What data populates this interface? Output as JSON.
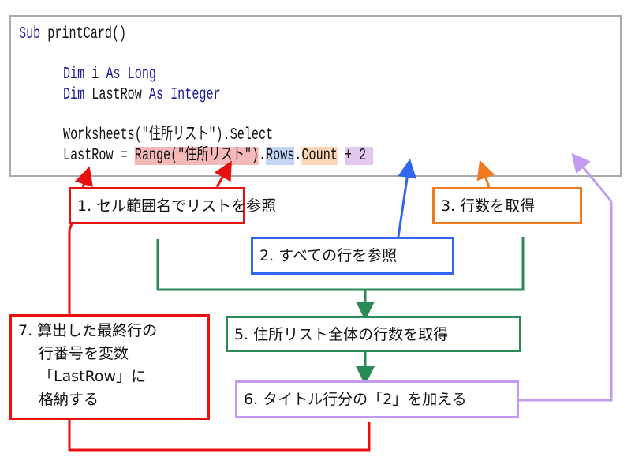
{
  "code": {
    "line1": {
      "kw": "Sub",
      "rest": " printCard()"
    },
    "line2": {
      "kw1": "Dim",
      "mid": " i ",
      "kw2": "As Long"
    },
    "line3": {
      "kw1": "Dim",
      "mid": " LastRow ",
      "kw2": "As Integer"
    },
    "line4": "Worksheets(\"住所リスト\").Select",
    "line5": {
      "lhs": "LastRow = ",
      "range": "Range(\"住所リスト\")",
      "dot1": ".",
      "rows": "Rows",
      "dot2": ".",
      "count": "Count",
      "space": " ",
      "plus": "+ 2 "
    }
  },
  "callouts": {
    "c1": "1. セル範囲名でリストを参照",
    "c2": "2. すべての行を参照",
    "c3": "3. 行数を取得",
    "c5": "5. 住所リスト全体の行数を取得",
    "c6": "6. タイトル行分の「2」を加える",
    "c7_l1": "7. 算出した最終行の",
    "c7_l2": "行番号を変数",
    "c7_l3": "「LastRow」に",
    "c7_l4": "格納する"
  },
  "colors": {
    "red": "#e81010",
    "blue": "#3366ee",
    "orange": "#f07a20",
    "green": "#2a8a55",
    "purple": "#c39af0"
  }
}
